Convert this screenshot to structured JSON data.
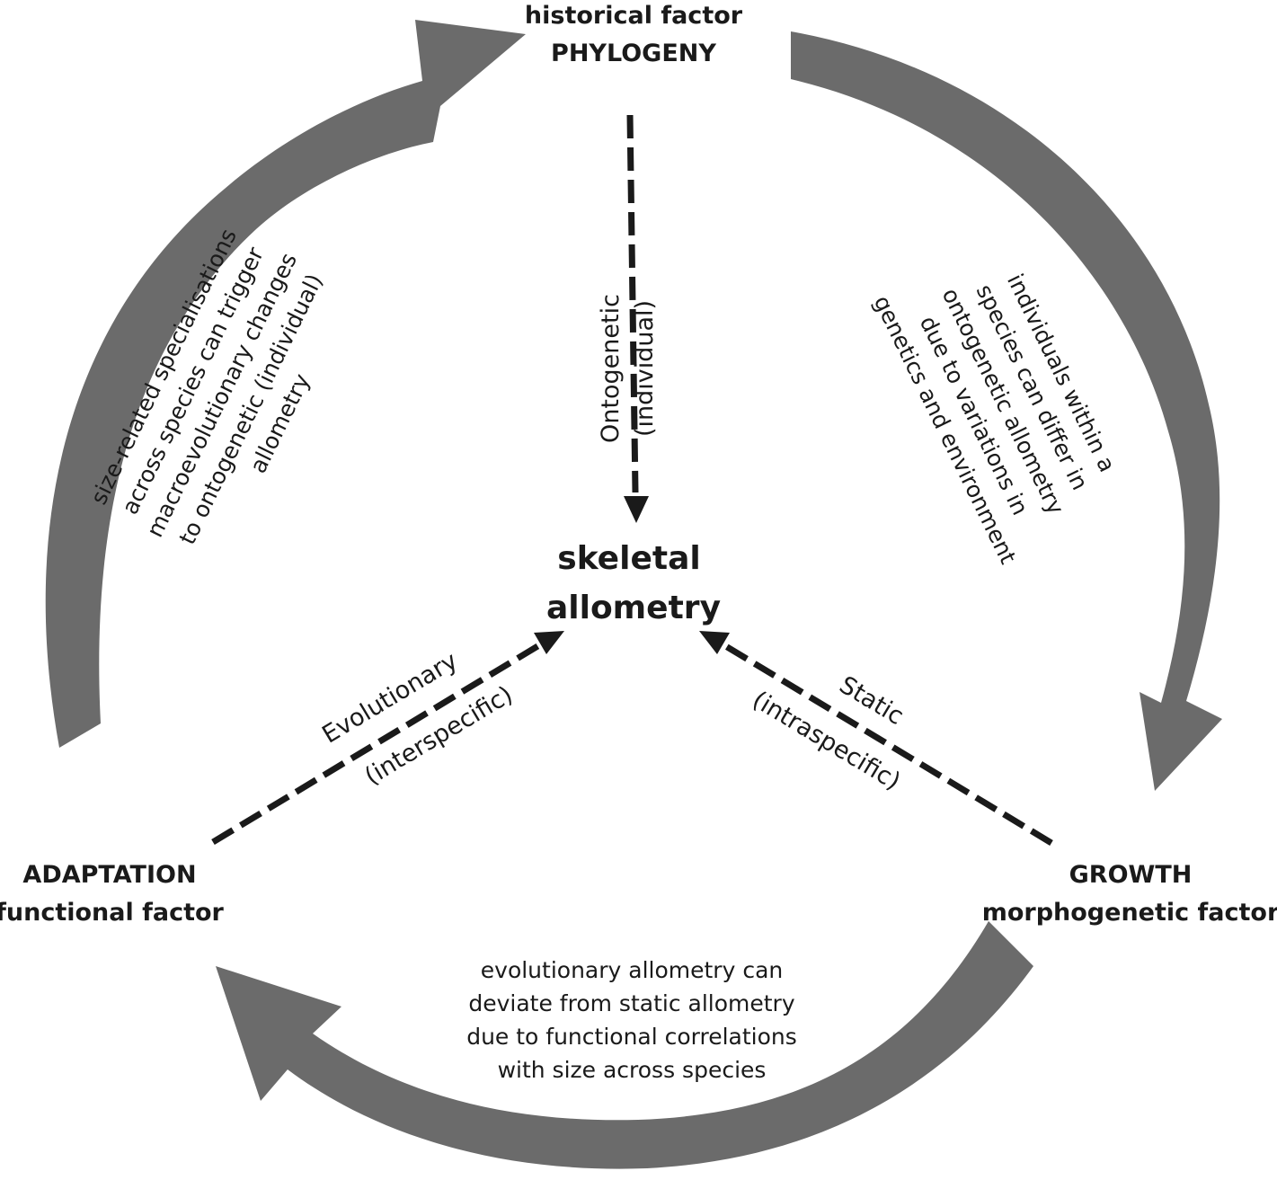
{
  "nodes": {
    "top": {
      "line1": "historical factor",
      "line2": "PHYLOGENY"
    },
    "left": {
      "line1": "ADAPTATION",
      "line2": "functional factor"
    },
    "right": {
      "line1": "GROWTH",
      "line2": "morphogenetic factor"
    },
    "center": {
      "line1": "skeletal",
      "line2": "allometry"
    }
  },
  "dashed_links": {
    "ontogenetic": {
      "line1": "Ontogenetic",
      "line2": "(individual)"
    },
    "evolutionary": {
      "line1": "Evolutionary",
      "line2": "(interspecific)"
    },
    "static": {
      "line1": "Static",
      "line2": "(intraspecific)"
    }
  },
  "cycle_notes": {
    "left_arc": [
      "size-related specialisations",
      "across species can trigger",
      "macroevolutionary changes",
      "to ontogenetic (individual)",
      "allometry"
    ],
    "right_arc": [
      "individuals within a",
      "species can differ in",
      "ontogenetic allometry",
      "due to variations in",
      "genetics and environment"
    ],
    "bottom_arc": [
      "evolutionary allometry can",
      "deviate from static allometry",
      "due to functional correlations",
      "with size across species"
    ]
  },
  "colors": {
    "arc_fill": "#6b6b6b",
    "dash": "#1a1a1a",
    "text": "#1a1a1a"
  }
}
